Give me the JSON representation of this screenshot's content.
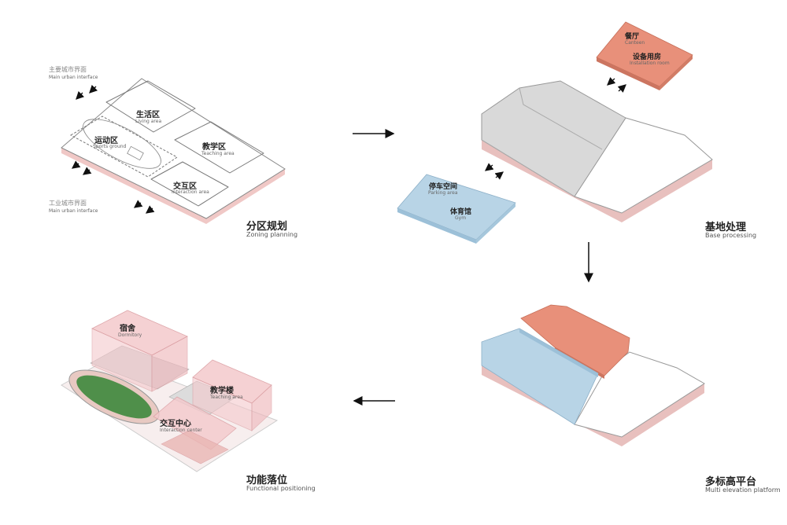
{
  "step1": {
    "caption_zh": "分区规划",
    "caption_en": "Zoning planning",
    "interface_top_zh": "主要城市界面",
    "interface_top_en": "Main urban interface",
    "interface_bottom_zh": "工业城市界面",
    "interface_bottom_en": "Main urban interface",
    "zones": [
      {
        "zh": "生活区",
        "en": "Living area"
      },
      {
        "zh": "运动区",
        "en": "Sports ground"
      },
      {
        "zh": "教学区",
        "en": "Teaching area"
      },
      {
        "zh": "交互区",
        "en": "Interaction area"
      }
    ]
  },
  "step2": {
    "caption_zh": "基地处理",
    "caption_en": "Base processing",
    "canteen_zh": "餐厅",
    "canteen_en": "Canteen",
    "install_zh": "设备用房",
    "install_en": "Installation room",
    "parking_zh": "停车空间",
    "parking_en": "Parking area",
    "gym_zh": "体育馆",
    "gym_en": "Gym"
  },
  "step3": {
    "caption_zh": "多标高平台",
    "caption_en": "Multi elevation platform"
  },
  "step4": {
    "caption_zh": "功能落位",
    "caption_en": "Functional positioning",
    "dorm_zh": "宿舍",
    "dorm_en": "Dormitory",
    "teach_zh": "教学楼",
    "teach_en": "Teaching area",
    "inter_zh": "交互中心",
    "inter_en": "Interaction center"
  },
  "colors": {
    "blue": "#b8d4e6",
    "salmon": "#e8907a",
    "pink": "#f4c9cc",
    "grey_block": "#d9d9d9",
    "green_field": "#4f8f4a"
  }
}
